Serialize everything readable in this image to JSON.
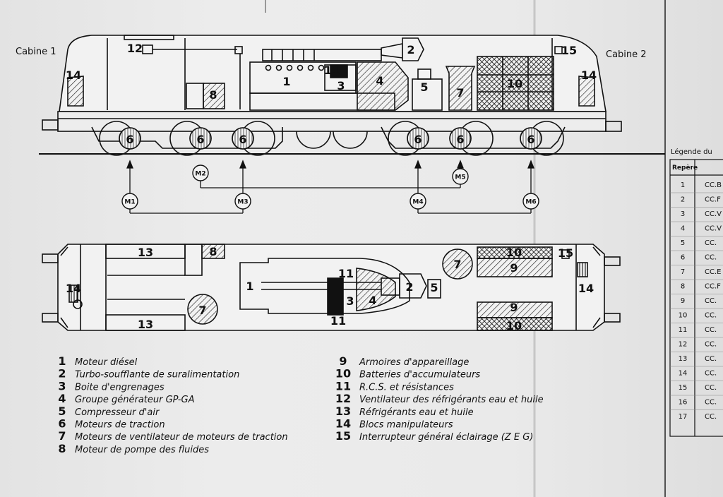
{
  "cabins": {
    "left": "Cabine 1",
    "right": "Cabine 2"
  },
  "side_view": {
    "component_numbers": [
      "12",
      "2",
      "15",
      "14",
      "14",
      "1",
      "11",
      "3",
      "4",
      "5",
      "7",
      "10",
      "8",
      "6",
      "6",
      "6",
      "6",
      "6",
      "6"
    ]
  },
  "motor_labels": [
    "M1",
    "M2",
    "M3",
    "M4",
    "M5",
    "M6"
  ],
  "plan_view": {
    "component_numbers": [
      "13",
      "8",
      "15",
      "7",
      "10",
      "9",
      "14",
      "14",
      "1",
      "11",
      "3",
      "4",
      "2",
      "5",
      "11",
      "7",
      "9",
      "10",
      "13"
    ]
  },
  "legend_left": [
    {
      "n": "1",
      "text": "Moteur diésel"
    },
    {
      "n": "2",
      "text": "Turbo-soufflante de suralimentation"
    },
    {
      "n": "3",
      "text": "Boite d'engrenages"
    },
    {
      "n": "4",
      "text": "Groupe générateur GP-GA"
    },
    {
      "n": "5",
      "text": "Compresseur d'air"
    },
    {
      "n": "6",
      "text": "Moteurs de traction"
    },
    {
      "n": "7",
      "text": "Moteurs de ventilateur de moteurs de traction"
    },
    {
      "n": "8",
      "text": "Moteur de pompe des fluides"
    }
  ],
  "legend_right": [
    {
      "n": "9",
      "text": "Armoires d'appareillage"
    },
    {
      "n": "10",
      "text": "Batteries d'accumulateurs"
    },
    {
      "n": "11",
      "text": "R.C.S. et résistances"
    },
    {
      "n": "12",
      "text": "Ventilateur des réfrigérants eau et huile"
    },
    {
      "n": "13",
      "text": "Réfrigérants eau et huile"
    },
    {
      "n": "14",
      "text": "Blocs manipulateurs"
    },
    {
      "n": "15",
      "text": "Interrupteur général éclairage (Z E G)"
    }
  ],
  "table": {
    "title": "Légende du",
    "header": "Repère",
    "rows": [
      {
        "n": "1",
        "v": "CC.B"
      },
      {
        "n": "2",
        "v": "CC.F"
      },
      {
        "n": "3",
        "v": "CC.V"
      },
      {
        "n": "4",
        "v": "CC.V"
      },
      {
        "n": "5",
        "v": "CC."
      },
      {
        "n": "6",
        "v": "CC."
      },
      {
        "n": "7",
        "v": "CC.E"
      },
      {
        "n": "8",
        "v": "CC.F"
      },
      {
        "n": "9",
        "v": "CC."
      },
      {
        "n": "10",
        "v": "CC."
      },
      {
        "n": "11",
        "v": "CC."
      },
      {
        "n": "12",
        "v": "CC."
      },
      {
        "n": "13",
        "v": "CC."
      },
      {
        "n": "14",
        "v": "CC."
      },
      {
        "n": "15",
        "v": "CC."
      },
      {
        "n": "16",
        "v": "CC."
      },
      {
        "n": "17",
        "v": "CC."
      }
    ]
  }
}
